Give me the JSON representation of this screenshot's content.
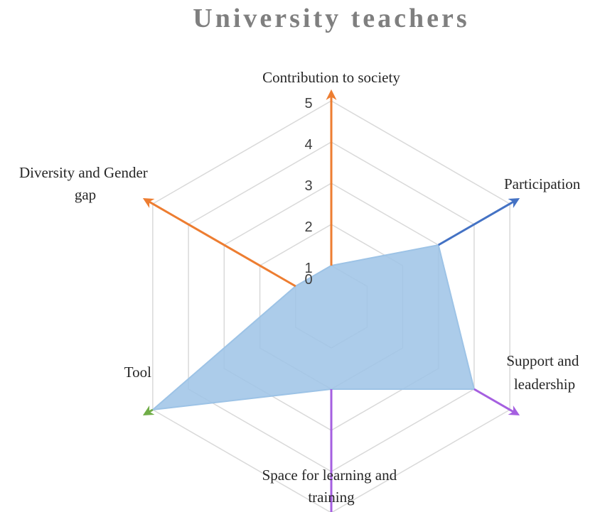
{
  "chart_data": {
    "type": "radar",
    "title": "University teachers",
    "categories": [
      "Contribution to society",
      "Participation",
      "Support and leadership",
      "Space for learning and training",
      "Tool",
      "Diversity and Gender gap"
    ],
    "series": [
      {
        "values": [
          1,
          3,
          4,
          2,
          5,
          1
        ],
        "color": "#9dc3e6"
      }
    ],
    "range": [
      0,
      5
    ],
    "ticks": [
      "0",
      "1",
      "2",
      "3",
      "4",
      "5"
    ],
    "axis_arrow_colors": [
      "#ed7d31",
      "#4472c4",
      "#a55fe0",
      "#a55fe0",
      "#70ad47",
      "#ed7d31"
    ],
    "grid": true,
    "legend": "none"
  }
}
